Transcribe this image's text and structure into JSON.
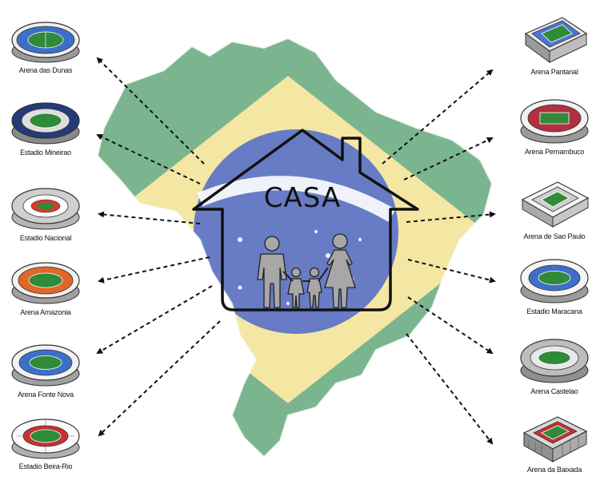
{
  "center": {
    "label": "CASA",
    "flag_colors": {
      "green": "#7bb58f",
      "yellow": "#f4e7a3",
      "blue": "#5a73c8",
      "white": "#ffffff"
    },
    "family_icon": "family-icon",
    "house_icon": "house-outline-icon"
  },
  "stadiums_left": [
    {
      "name": "Arena das Dunas",
      "pitch": "#2f8a3a",
      "roof": "#3d6fc9"
    },
    {
      "name": "Estadio Mineirao",
      "pitch": "#2f8a3a",
      "roof": "#243a7a"
    },
    {
      "name": "Estadio Nacional",
      "pitch": "#d93a2a",
      "roof": "#cfcfcf"
    },
    {
      "name": "Arena Amazonia",
      "pitch": "#2f8a3a",
      "roof": "#e0662a"
    },
    {
      "name": "Arena Fonte Nova",
      "pitch": "#2f8a3a",
      "roof": "#3d6fc9"
    },
    {
      "name": "Estadio Beira-Rio",
      "pitch": "#2f8a3a",
      "roof": "#c93030"
    }
  ],
  "stadiums_right": [
    {
      "name": "Arena Pantanal",
      "pitch": "#2f8a3a",
      "roof": "#4a78d0"
    },
    {
      "name": "Arena Pernambuco",
      "pitch": "#2f8a3a",
      "roof": "#b03040"
    },
    {
      "name": "Arena de Sao Paulo",
      "pitch": "#2f8a3a",
      "roof": "#cfcfcf"
    },
    {
      "name": "Estadio Maracana",
      "pitch": "#2f8a3a",
      "roof": "#3d6fc9"
    },
    {
      "name": "Arena Castelao",
      "pitch": "#2f8a3a",
      "roof": "#bdbdbd"
    },
    {
      "name": "Arena da Baixada",
      "pitch": "#2f8a3a",
      "roof": "#c93030"
    }
  ]
}
